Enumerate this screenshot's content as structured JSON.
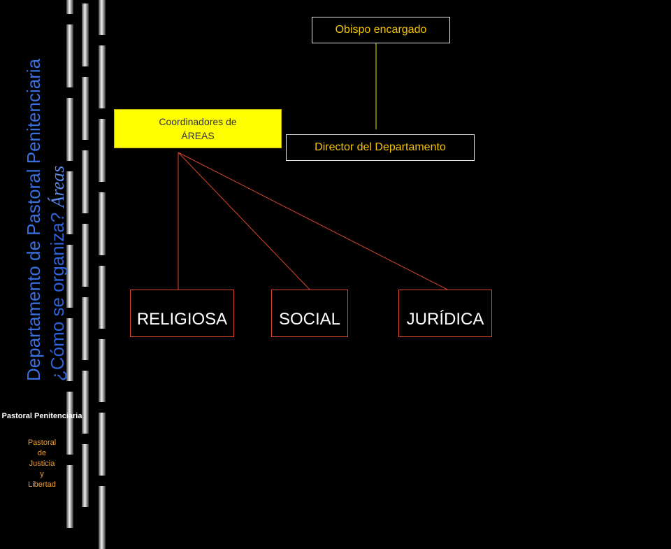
{
  "side": {
    "title_line1": "Departamento de Pastoral Penitenciaria",
    "title_line2": "¿Cómo se organiza? ",
    "title_line2_em": "Áreas",
    "footer_main": "Pastoral Penitenciaria",
    "footer_sub": [
      "Pastoral",
      "de",
      "Justicia",
      "y",
      "Libertad"
    ]
  },
  "diagram": {
    "bishop": "Obispo encargado",
    "director": "Director del Departamento",
    "coordinators_line1": "Coordinadores de",
    "coordinators_line2": "ÁREAS",
    "areas": [
      "RELIGIOSA",
      "SOCIAL",
      "JURÍDICA"
    ]
  },
  "colors": {
    "background": "#000000",
    "title_blue": "#3a6fe0",
    "org_text": "#f5c400",
    "coordinator_fill": "#ffff00",
    "area_border": "#d9442a",
    "connector_yellow": "#e6e600",
    "connector_red": "#d9442a",
    "footer_white": "#ffffff",
    "footer_orange": "#f0a030"
  }
}
